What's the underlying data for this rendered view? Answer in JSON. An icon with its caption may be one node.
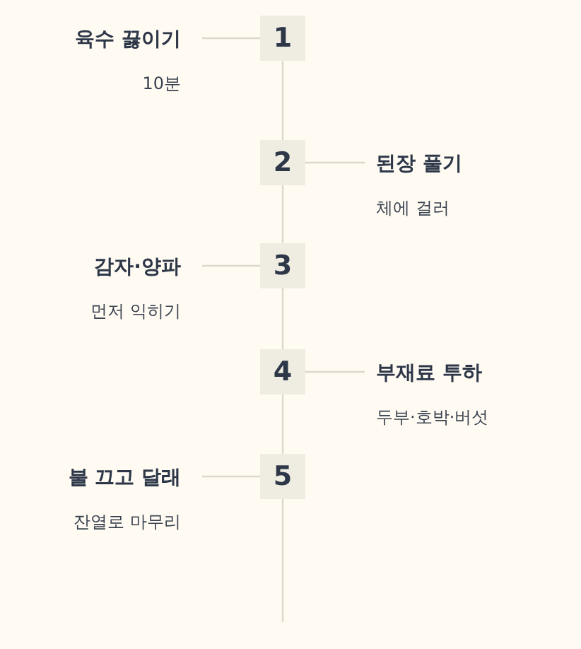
{
  "diagram": {
    "nodes": [
      {
        "text": [
          "육수 끓이기",
          "10분"
        ]
      },
      {
        "text": [
          "1"
        ]
      },
      {
        "text": [
          "2"
        ]
      },
      {
        "text": [
          "된장 풀기",
          "체에 걸러"
        ]
      },
      {
        "text": [
          "감자·양파",
          "먼저 익히기"
        ]
      },
      {
        "text": [
          "3"
        ]
      },
      {
        "text": [
          "4"
        ]
      },
      {
        "text": [
          "부재료 투하",
          "두부·호박·버섯"
        ]
      },
      {
        "text": [
          "불 끄고 달래",
          "잔열로 마무리"
        ]
      },
      {
        "text": [
          "5"
        ]
      }
    ],
    "edges": [
      {
        "from": 0,
        "to": 1,
        "arrow": "none"
      },
      {
        "from": 1,
        "to": 2,
        "arrow": "none"
      },
      {
        "from": 2,
        "to": 3,
        "arrow": "none"
      },
      {
        "from": 2,
        "to": 5,
        "arrow": "none"
      },
      {
        "from": 4,
        "to": 5,
        "arrow": "none"
      },
      {
        "from": 5,
        "to": 6,
        "arrow": "none"
      },
      {
        "from": 6,
        "to": 7,
        "arrow": "none"
      },
      {
        "from": 6,
        "to": 9,
        "arrow": "none"
      },
      {
        "from": 8,
        "to": 9,
        "arrow": "none"
      }
    ]
  }
}
